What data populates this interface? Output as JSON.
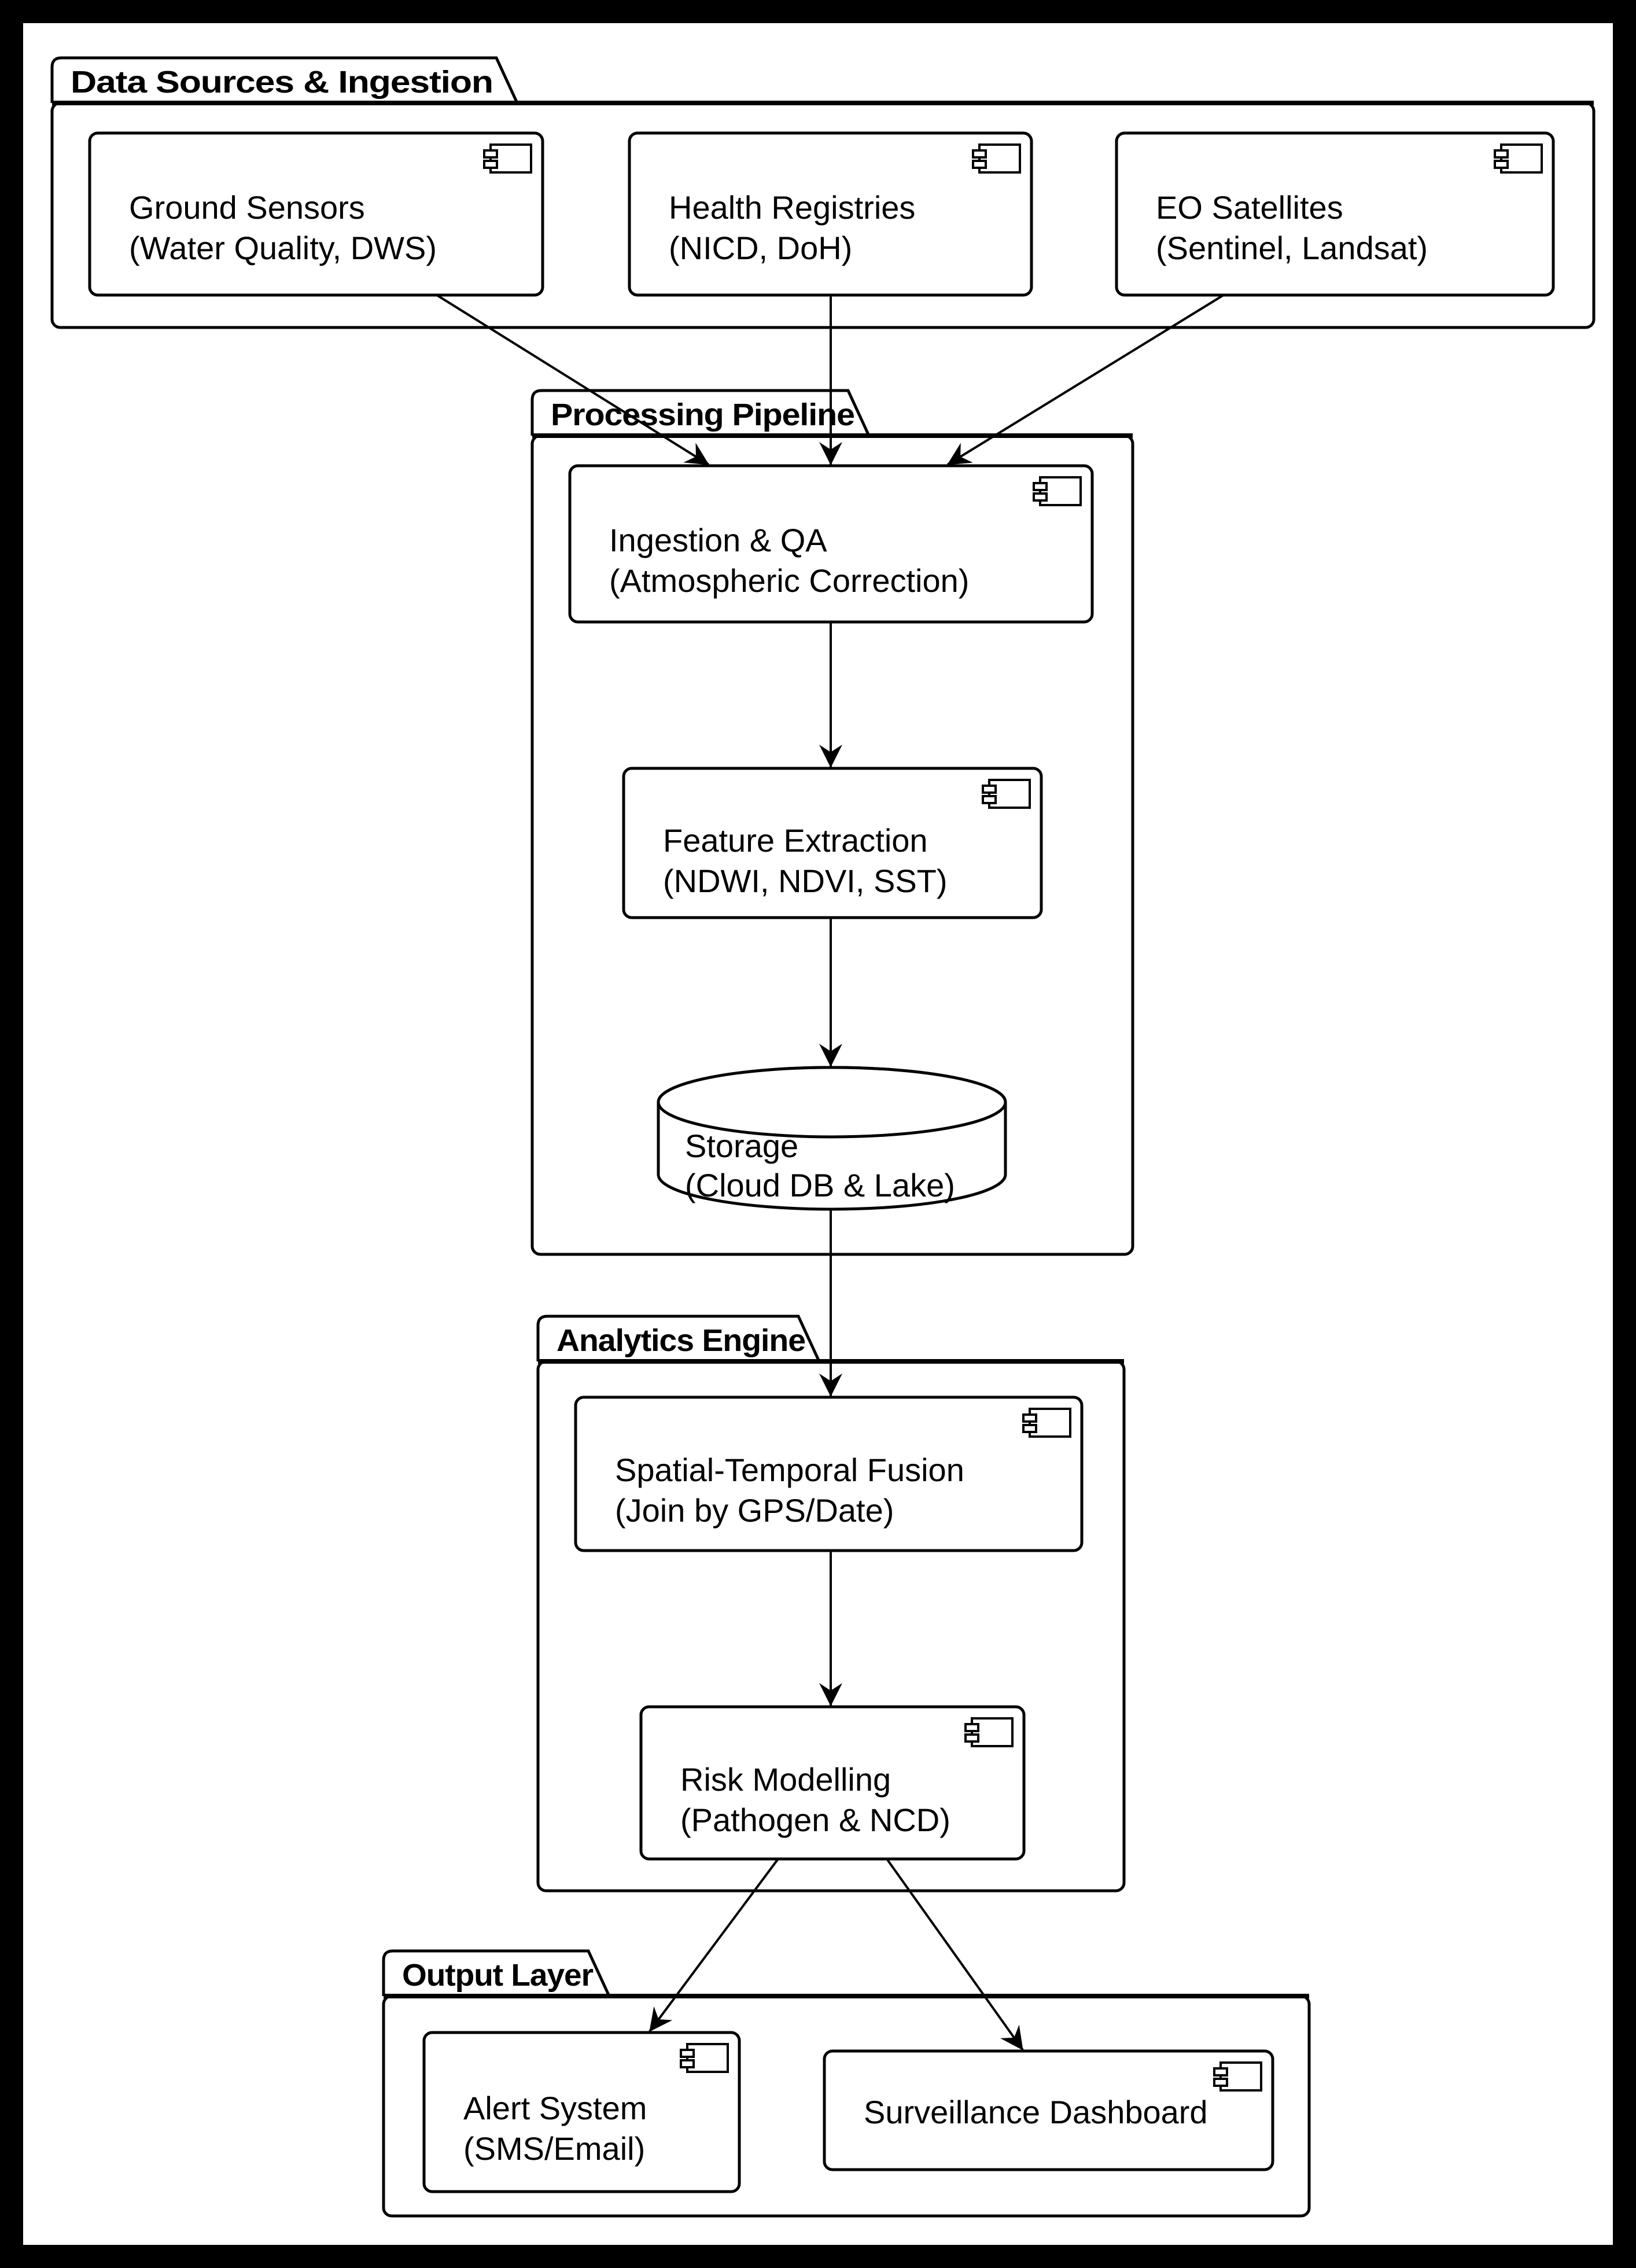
{
  "diagram_type": "uml-component-diagram",
  "colors": {
    "ink": "#000000",
    "paper": "#ffffff",
    "frame": "#000000"
  },
  "packages": {
    "data_sources": {
      "label": "Data Sources & Ingestion"
    },
    "processing": {
      "label": "Processing Pipeline"
    },
    "analytics": {
      "label": "Analytics Engine"
    },
    "output": {
      "label": "Output Layer"
    }
  },
  "nodes": {
    "ground_sensors": {
      "type": "component",
      "line1": "Ground Sensors",
      "line2": "(Water Quality, DWS)"
    },
    "health_registries": {
      "type": "component",
      "line1": "Health Registries",
      "line2": "(NICD, DoH)"
    },
    "eo_satellites": {
      "type": "component",
      "line1": "EO Satellites",
      "line2": "(Sentinel, Landsat)"
    },
    "ingestion_qa": {
      "type": "component",
      "line1": "Ingestion & QA",
      "line2": "(Atmospheric Correction)"
    },
    "feature_extraction": {
      "type": "component",
      "line1": "Feature Extraction",
      "line2": "(NDWI, NDVI, SST)"
    },
    "storage": {
      "type": "database",
      "line1": "Storage",
      "line2": "(Cloud DB & Lake)"
    },
    "fusion": {
      "type": "component",
      "line1": "Spatial-Temporal Fusion",
      "line2": "(Join by GPS/Date)"
    },
    "risk_modelling": {
      "type": "component",
      "line1": "Risk Modelling",
      "line2": "(Pathogen & NCD)"
    },
    "alert_system": {
      "type": "component",
      "line1": "Alert System",
      "line2": "(SMS/Email)"
    },
    "dashboard": {
      "type": "component",
      "line1": "Surveillance Dashboard",
      "line2": ""
    }
  },
  "edges": [
    {
      "from": "ground_sensors",
      "to": "ingestion_qa"
    },
    {
      "from": "health_registries",
      "to": "ingestion_qa"
    },
    {
      "from": "eo_satellites",
      "to": "ingestion_qa"
    },
    {
      "from": "ingestion_qa",
      "to": "feature_extraction"
    },
    {
      "from": "feature_extraction",
      "to": "storage"
    },
    {
      "from": "storage",
      "to": "fusion"
    },
    {
      "from": "fusion",
      "to": "risk_modelling"
    },
    {
      "from": "risk_modelling",
      "to": "alert_system"
    },
    {
      "from": "risk_modelling",
      "to": "dashboard"
    }
  ]
}
